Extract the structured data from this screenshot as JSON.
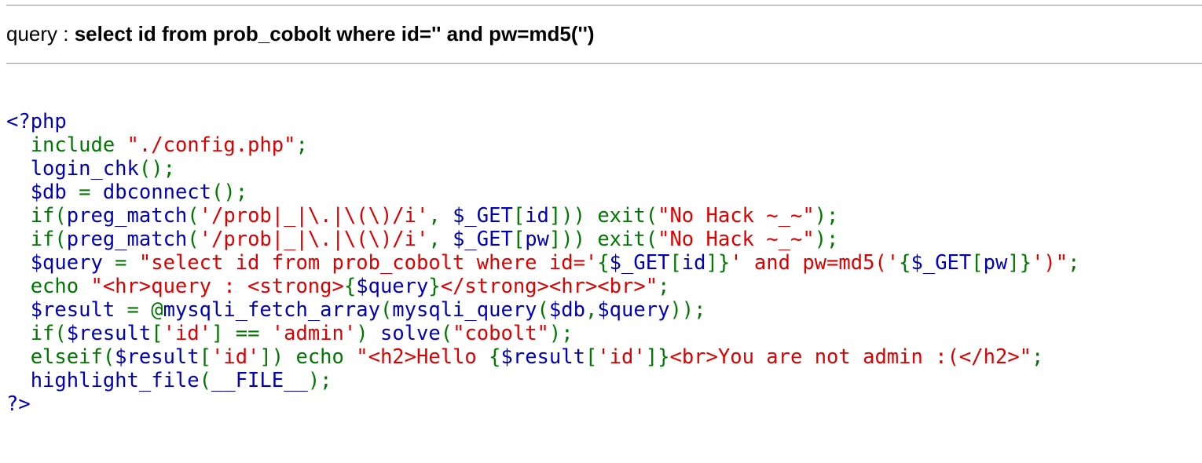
{
  "query_label": "query : ",
  "query_text": "select id from prob_cobolt where id='' and pw=md5('')",
  "colors": {
    "default": "#0000BB",
    "keyword": "#007700",
    "string": "#DD0000",
    "rule": "#9a9a9a"
  },
  "code_lines": [
    [
      [
        "d",
        "<?php"
      ]
    ],
    [
      [
        "k",
        "  include "
      ],
      [
        "s",
        "\"./config.php\""
      ],
      [
        "k",
        ";"
      ]
    ],
    [
      [
        "d",
        "  login_chk"
      ],
      [
        "k",
        "();"
      ]
    ],
    [
      [
        "d",
        "  $db "
      ],
      [
        "k",
        "= "
      ],
      [
        "d",
        "dbconnect"
      ],
      [
        "k",
        "();"
      ]
    ],
    [
      [
        "k",
        "  if("
      ],
      [
        "d",
        "preg_match"
      ],
      [
        "k",
        "("
      ],
      [
        "s",
        "'/prob|_|\\.|\\(\\)/i'"
      ],
      [
        "k",
        ", "
      ],
      [
        "d",
        "$_GET"
      ],
      [
        "k",
        "["
      ],
      [
        "d",
        "id"
      ],
      [
        "k",
        "])) exit("
      ],
      [
        "s",
        "\"No Hack ~_~\""
      ],
      [
        "k",
        ");"
      ]
    ],
    [
      [
        "k",
        "  if("
      ],
      [
        "d",
        "preg_match"
      ],
      [
        "k",
        "("
      ],
      [
        "s",
        "'/prob|_|\\.|\\(\\)/i'"
      ],
      [
        "k",
        ", "
      ],
      [
        "d",
        "$_GET"
      ],
      [
        "k",
        "["
      ],
      [
        "d",
        "pw"
      ],
      [
        "k",
        "])) exit("
      ],
      [
        "s",
        "\"No Hack ~_~\""
      ],
      [
        "k",
        ");"
      ]
    ],
    [
      [
        "d",
        "  $query "
      ],
      [
        "k",
        "= "
      ],
      [
        "s",
        "\"select id from prob_cobolt where id='"
      ],
      [
        "k",
        "{"
      ],
      [
        "d",
        "$_GET"
      ],
      [
        "k",
        "["
      ],
      [
        "d",
        "id"
      ],
      [
        "k",
        "]}"
      ],
      [
        "s",
        "' and pw=md5('"
      ],
      [
        "k",
        "{"
      ],
      [
        "d",
        "$_GET"
      ],
      [
        "k",
        "["
      ],
      [
        "d",
        "pw"
      ],
      [
        "k",
        "]}"
      ],
      [
        "s",
        "')\""
      ],
      [
        "k",
        ";"
      ]
    ],
    [
      [
        "k",
        "  echo "
      ],
      [
        "s",
        "\"<hr>query : <strong>"
      ],
      [
        "k",
        "{"
      ],
      [
        "d",
        "$query"
      ],
      [
        "k",
        "}"
      ],
      [
        "s",
        "</strong><hr><br>\""
      ],
      [
        "k",
        ";"
      ]
    ],
    [
      [
        "d",
        "  $result "
      ],
      [
        "k",
        "= @"
      ],
      [
        "d",
        "mysqli_fetch_array"
      ],
      [
        "k",
        "("
      ],
      [
        "d",
        "mysqli_query"
      ],
      [
        "k",
        "("
      ],
      [
        "d",
        "$db"
      ],
      [
        "k",
        ","
      ],
      [
        "d",
        "$query"
      ],
      [
        "k",
        "));"
      ]
    ],
    [
      [
        "k",
        "  if("
      ],
      [
        "d",
        "$result"
      ],
      [
        "k",
        "["
      ],
      [
        "s",
        "'id'"
      ],
      [
        "k",
        "] == "
      ],
      [
        "s",
        "'admin'"
      ],
      [
        "k",
        ") "
      ],
      [
        "d",
        "solve"
      ],
      [
        "k",
        "("
      ],
      [
        "s",
        "\"cobolt\""
      ],
      [
        "k",
        ");"
      ]
    ],
    [
      [
        "k",
        "  elseif("
      ],
      [
        "d",
        "$result"
      ],
      [
        "k",
        "["
      ],
      [
        "s",
        "'id'"
      ],
      [
        "k",
        "]) echo "
      ],
      [
        "s",
        "\"<h2>Hello "
      ],
      [
        "k",
        "{"
      ],
      [
        "d",
        "$result"
      ],
      [
        "k",
        "["
      ],
      [
        "s",
        "'id'"
      ],
      [
        "k",
        "]}"
      ],
      [
        "s",
        "<br>You are not admin :(</h2>\""
      ],
      [
        "k",
        ";"
      ]
    ],
    [
      [
        "d",
        "  highlight_file"
      ],
      [
        "k",
        "("
      ],
      [
        "d",
        "__FILE__"
      ],
      [
        "k",
        ");"
      ]
    ],
    [
      [
        "d",
        "?>"
      ]
    ]
  ]
}
